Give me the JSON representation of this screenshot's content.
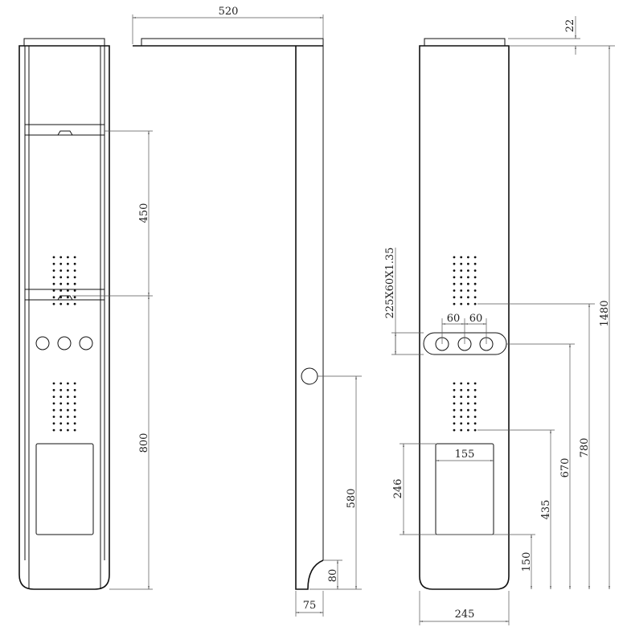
{
  "dimensions": {
    "front": {
      "upper_spacing": "450",
      "lower_spacing": "800"
    },
    "side": {
      "depth": "520",
      "button_height": "580",
      "notch_height": "80",
      "post_depth": "75"
    },
    "rear": {
      "cap_height": "22",
      "total_height": "1480",
      "plate_spec": "225X60X1.35",
      "button_pitch_1": "60",
      "button_pitch_2": "60",
      "screen_width": "155",
      "screen_height": "246",
      "dots_height": "780",
      "buttons_height": "670",
      "lower_dots_height": "435",
      "screen_bottom_height": "150",
      "body_width": "245"
    }
  },
  "colors": {
    "line": "#111111",
    "dimension": "#555555"
  }
}
